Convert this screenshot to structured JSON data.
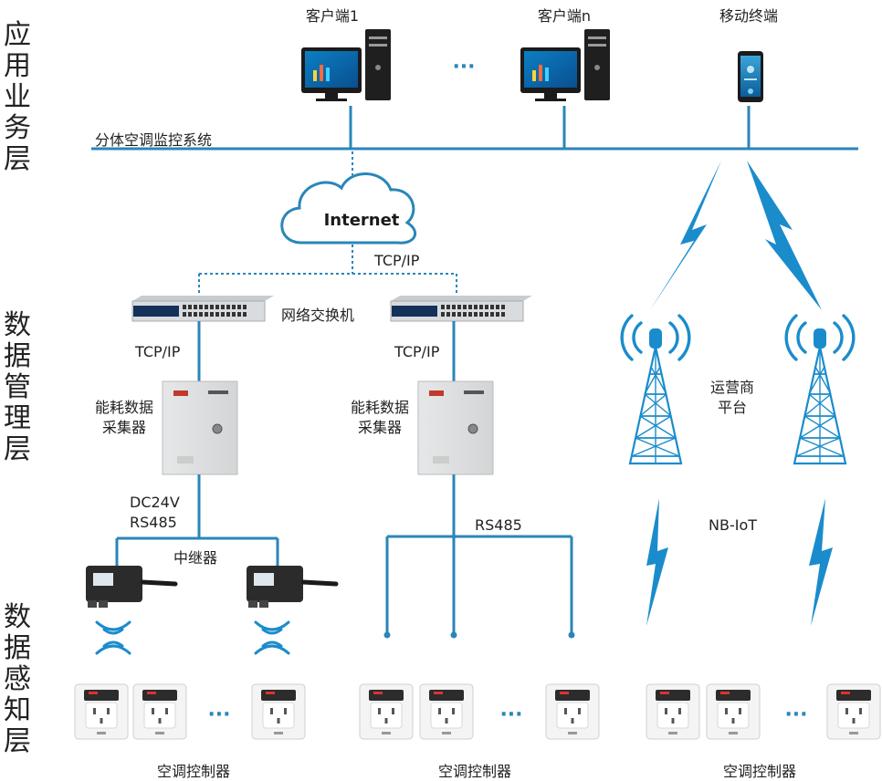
{
  "layers": {
    "application": "应用业务层",
    "data_management": "数据管理层",
    "data_sensing": "数据感知层"
  },
  "clients": {
    "client1": "客户端1",
    "clientn": "客户端n",
    "mobile": "移动终端",
    "ellipsis": "···"
  },
  "system_bus": "分体空调监控系统",
  "cloud": "Internet",
  "protocols": {
    "tcpip_top": "TCP/IP",
    "tcpip_left": "TCP/IP",
    "tcpip_right": "TCP/IP",
    "dc24v": "DC24V",
    "rs485_left": "RS485",
    "rs485_mid": "RS485",
    "nbiot": "NB-IoT"
  },
  "devices": {
    "switch_label": "网络交换机",
    "collector_left_line1": "能耗数据",
    "collector_left_line2": "采集器",
    "collector_right_line1": "能耗数据",
    "collector_right_line2": "采集器",
    "repeater_label": "中继器",
    "operator_line1": "运营商",
    "operator_line2": "平台"
  },
  "controllers": {
    "group1": "空调控制器",
    "group2": "空调控制器",
    "group3": "空调控制器",
    "ellipsis": "···"
  },
  "colors": {
    "line": "#2a86b8",
    "cloud": "#2a86b8",
    "tower": "#1a8ccc",
    "bolt": "#1a8ccc",
    "wifi": "#1a8ccc"
  }
}
